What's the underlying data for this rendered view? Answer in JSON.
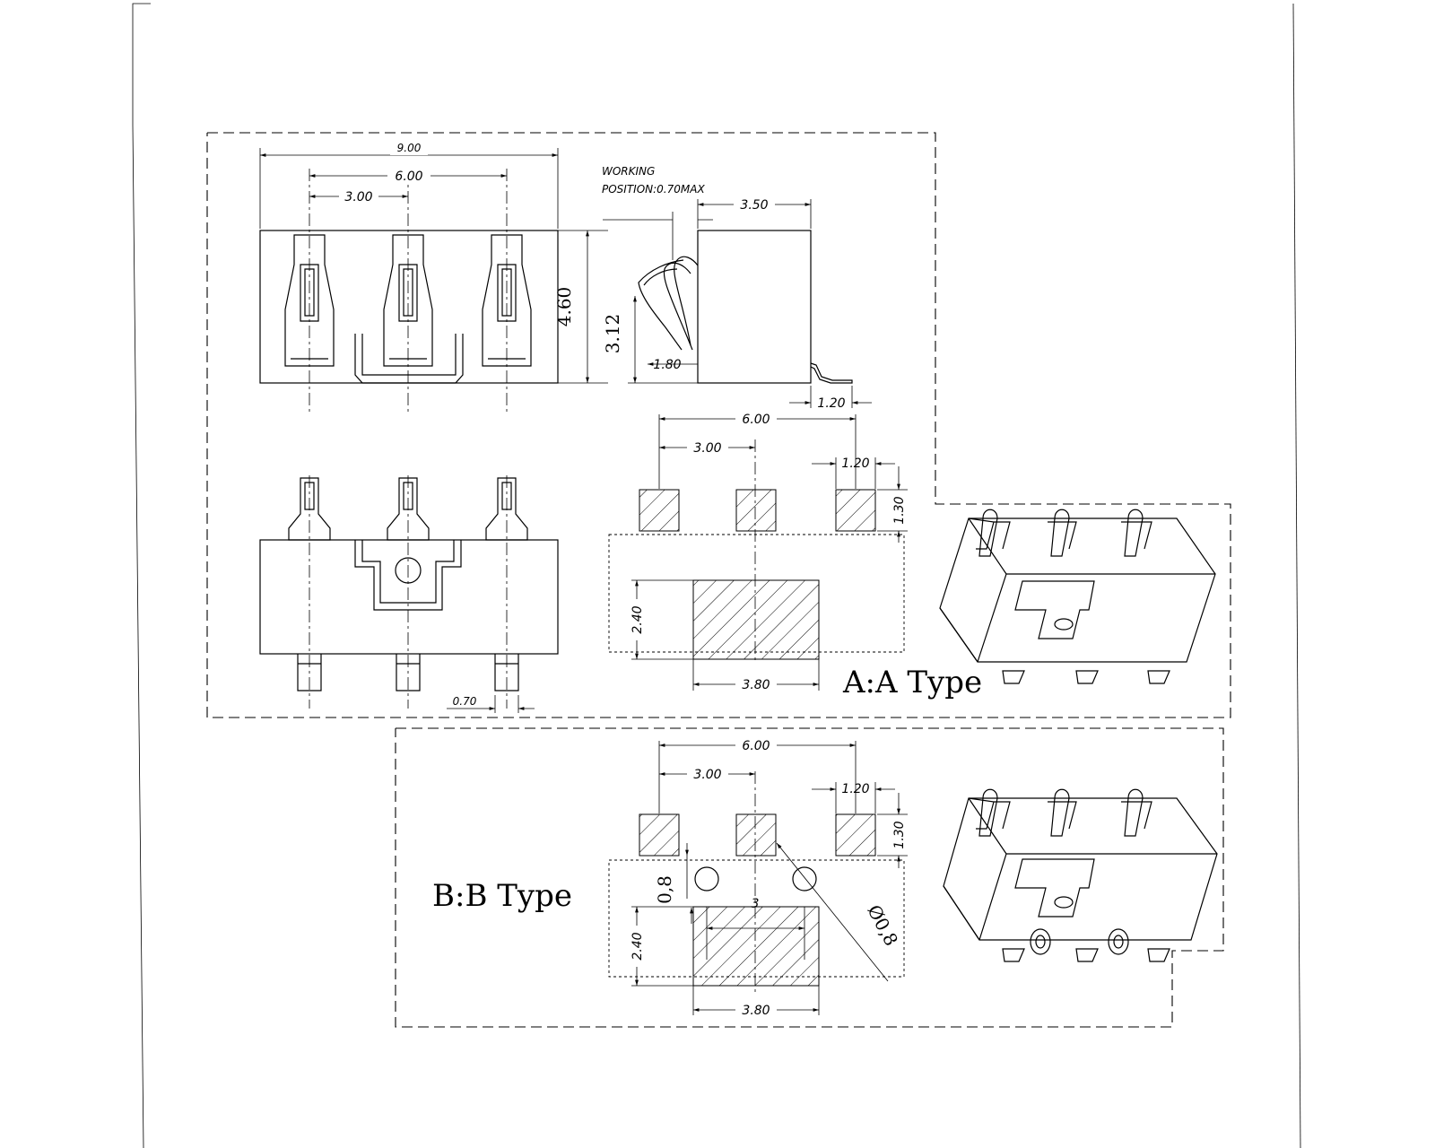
{
  "drawing": {
    "section_a": {
      "label": "A:A Type",
      "front_view": {
        "dim_overall": "9.00",
        "dim_outer_pitch": "6.00",
        "dim_pitch": "3.00",
        "dim_height": "4.60",
        "dim_tail": "0.70"
      },
      "side_view": {
        "note_line1": "WORKING",
        "note_line2": "POSITION:0.70MAX",
        "dim_width": "3.50",
        "dim_contact_height": "3.12",
        "dim_contact_low": "1.80",
        "dim_tab": "1.20"
      },
      "pad_layout": {
        "dim_outer": "6.00",
        "dim_pitch": "3.00",
        "dim_pad_w": "1.20",
        "dim_pad_h": "1.30",
        "dim_center_h": "2.40",
        "dim_center_w": "3.80"
      }
    },
    "section_b": {
      "label": "B:B Type",
      "pad_layout": {
        "dim_outer": "6.00",
        "dim_pitch": "3.00",
        "dim_pad_w": "1.20",
        "dim_pad_h": "1.30",
        "dim_hole_offset": "0,8",
        "dim_hole_spacing": "3",
        "dim_hole_dia": "Ø0,8",
        "dim_center_h": "2.40",
        "dim_center_w": "3.80"
      }
    }
  }
}
